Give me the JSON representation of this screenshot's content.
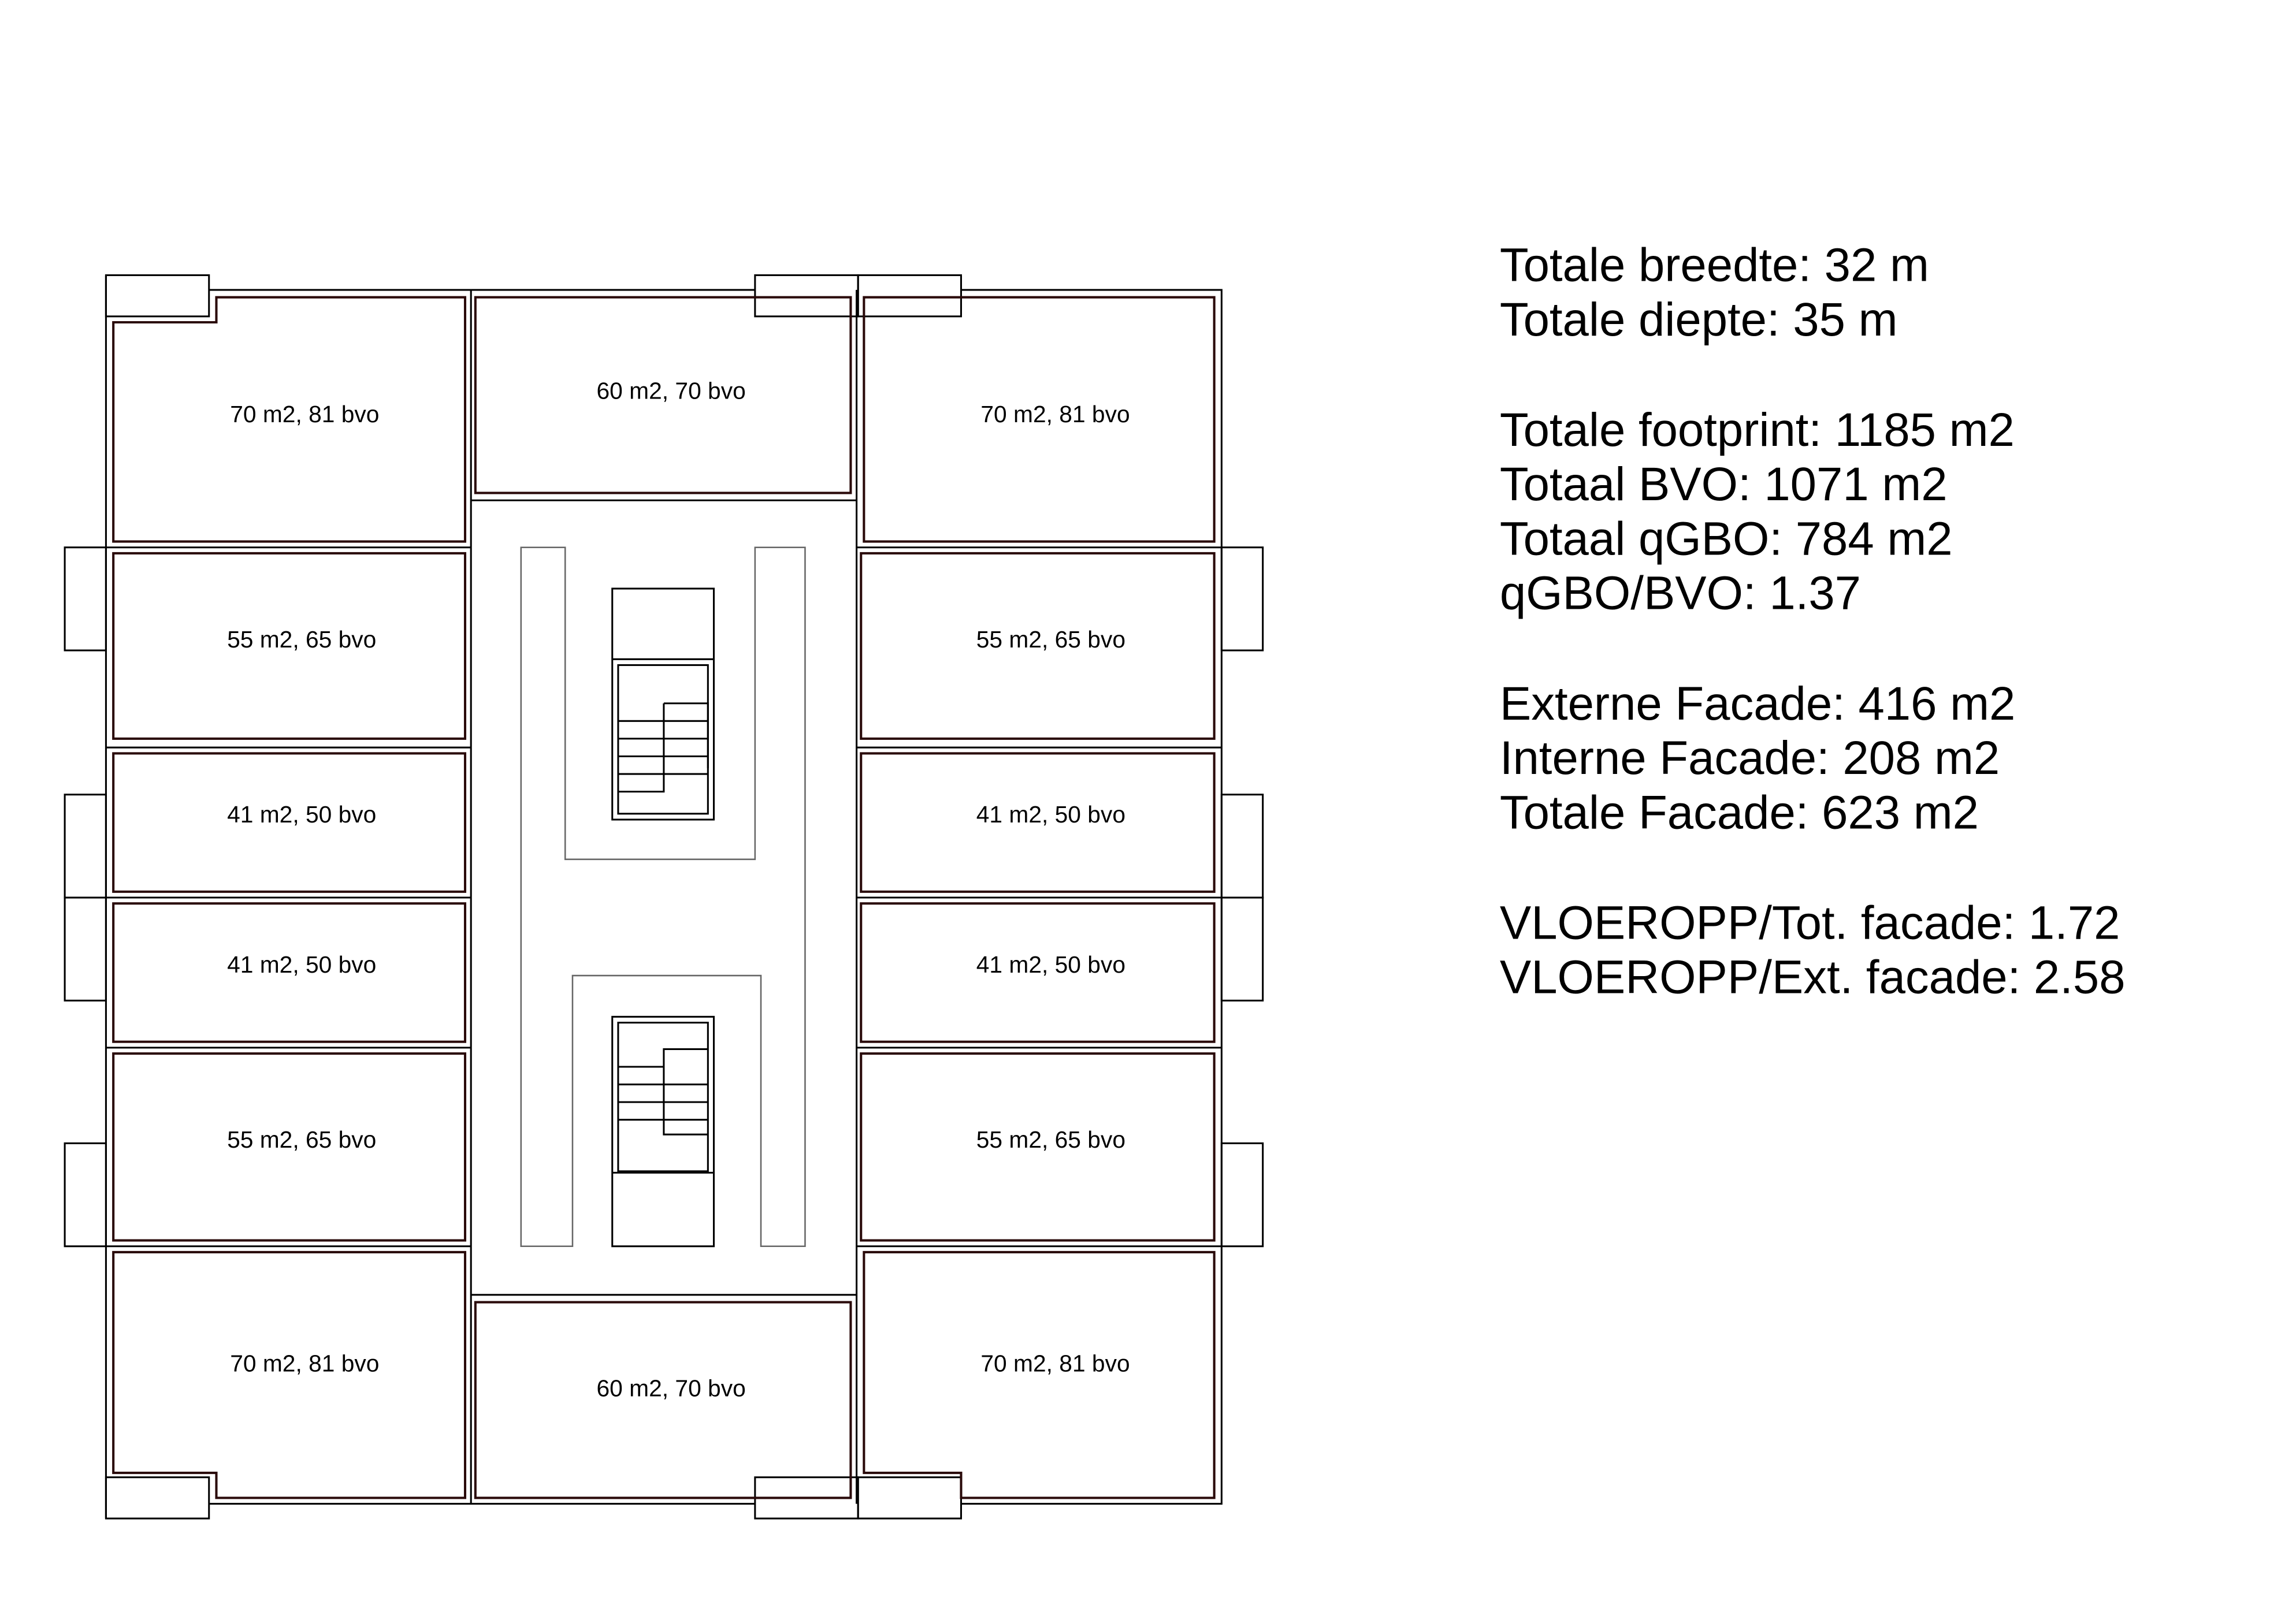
{
  "rooms": {
    "top_left": "70 m2, 81 bvo",
    "top_middle": "60 m2, 70 bvo",
    "top_right": "70 m2, 81 bvo",
    "left_2": "55 m2, 65 bvo",
    "right_2": "55 m2, 65 bvo",
    "left_3": "41 m2, 50 bvo",
    "right_3": "41 m2, 50 bvo",
    "left_4": "41 m2, 50 bvo",
    "right_4": "41 m2, 50 bvo",
    "left_5": "55 m2, 65 bvo",
    "right_5": "55 m2, 65 bvo",
    "bottom_left": "70 m2, 81 bvo",
    "bottom_middle": "60 m2, 70 bvo",
    "bottom_right": "70 m2, 81 bvo"
  },
  "stats": {
    "width": "Totale breedte: 32 m",
    "depth": "Totale diepte: 35 m",
    "footprint": "Totale footprint: 1185 m2",
    "bvo": "Totaal BVO: 1071 m2",
    "qgbo": "Totaal qGBO: 784 m2",
    "ratio_qgbo_bvo": "qGBO/BVO: 1.37",
    "ext_facade": "Externe Facade: 416 m2",
    "int_facade": "Interne Facade: 208 m2",
    "tot_facade": "Totale Facade: 623 m2",
    "ratio_tot_facade": "VLOEROPP/Tot. facade: 1.72",
    "ratio_ext_facade": "VLOEROPP/Ext. facade: 2.58"
  }
}
